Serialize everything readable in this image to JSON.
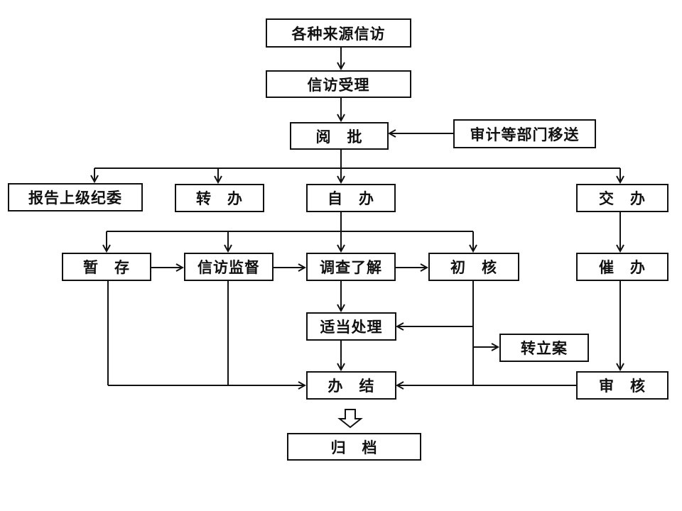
{
  "diagram": {
    "type": "flowchart",
    "line_color": "#111111",
    "nodes": {
      "sources": "各种来源信访",
      "accept": "信访受理",
      "review": "阅　批",
      "audit_transfer": "审计等部门移送",
      "report_upper": "报告上级纪委",
      "forward": "转　办",
      "self_handle": "自　办",
      "assign": "交　办",
      "temp_store": "暂　存",
      "supervise": "信访监督",
      "investigate": "调查了解",
      "preliminary": "初　核",
      "appropriate": "适当处理",
      "to_case": "转立案",
      "urge": "催　办",
      "conclude": "办　结",
      "audit_check": "审　核",
      "archive": "归　档"
    },
    "edges": [
      [
        "各种来源信访",
        "信访受理"
      ],
      [
        "信访受理",
        "阅批"
      ],
      [
        "审计等部门移送",
        "阅批"
      ],
      [
        "阅批",
        "报告上级纪委"
      ],
      [
        "阅批",
        "转办"
      ],
      [
        "阅批",
        "自办"
      ],
      [
        "阅批",
        "交办"
      ],
      [
        "自办",
        "暂存"
      ],
      [
        "自办",
        "信访监督"
      ],
      [
        "自办",
        "调查了解"
      ],
      [
        "自办",
        "初核"
      ],
      [
        "暂存",
        "信访监督"
      ],
      [
        "信访监督",
        "调查了解"
      ],
      [
        "调查了解",
        "初核"
      ],
      [
        "调查了解",
        "适当处理"
      ],
      [
        "初核",
        "适当处理"
      ],
      [
        "初核",
        "转立案"
      ],
      [
        "初核",
        "办结"
      ],
      [
        "适当处理",
        "办结"
      ],
      [
        "暂存",
        "办结"
      ],
      [
        "信访监督",
        "办结"
      ],
      [
        "交办",
        "催办"
      ],
      [
        "催办",
        "审核"
      ],
      [
        "审核",
        "办结"
      ],
      [
        "办结",
        "归档"
      ]
    ]
  }
}
